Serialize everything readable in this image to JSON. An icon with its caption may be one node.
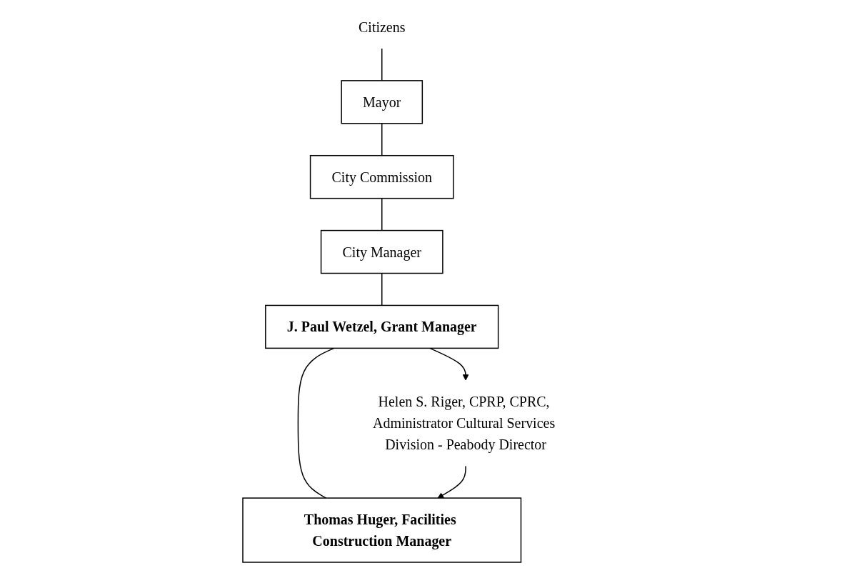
{
  "diagram": {
    "nodes": [
      {
        "text": [
          "Citizens"
        ]
      },
      {
        "text": [
          "Mayor"
        ]
      },
      {
        "text": [
          "City Commission"
        ]
      },
      {
        "text": [
          "City Manager"
        ]
      },
      {
        "text": [
          "J. Paul Wetzel, Grant Manager"
        ]
      },
      {
        "text": [
          "Thomas Huger, Facilities Construction Manager"
        ]
      },
      {
        "text": [
          "Helen S. Riger, CPRP, CPRC, Administrator Cultural Services Division - Peabody Director"
        ]
      }
    ],
    "edges": [
      {
        "from": 0,
        "to": 1,
        "arrow": "none"
      },
      {
        "from": 1,
        "to": 2,
        "arrow": "none"
      },
      {
        "from": 2,
        "to": 3,
        "arrow": "none"
      },
      {
        "from": 3,
        "to": 4,
        "arrow": "none"
      },
      {
        "from": 4,
        "to": 5,
        "arrow": "none"
      },
      {
        "from": 4,
        "to": 6,
        "arrow": "to"
      },
      {
        "from": 6,
        "to": 5,
        "arrow": "to"
      }
    ]
  }
}
